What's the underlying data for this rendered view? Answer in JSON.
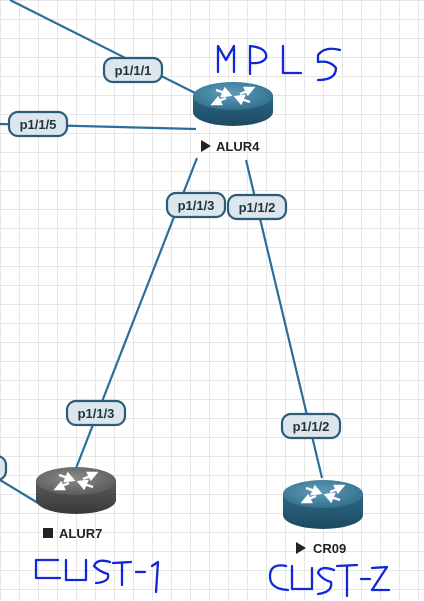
{
  "nodes": {
    "alur4": {
      "name": "ALUR4",
      "status_icon": "play-triangle-icon",
      "color": "#2e6a87"
    },
    "alur7": {
      "name": "ALUR7",
      "status_icon": "stop-square-icon",
      "color": "#5a5a5a"
    },
    "cr09": {
      "name": "CR09",
      "status_icon": "play-triangle-icon",
      "color": "#2e6a87"
    }
  },
  "interfaces": {
    "alur4_top": "p1/1/1",
    "alur4_left": "p1/1/5",
    "alur4_to_alur7": "p1/1/3",
    "alur4_to_cr09": "p1/1/2",
    "alur7_to_alur4": "p1/1/3",
    "cr09_to_alur4": "p1/1/2"
  },
  "annotations": {
    "mpls": "MPLS",
    "cust1": "CUST-1",
    "cust2": "CUST-2"
  },
  "colors": {
    "link": "#2a6e99",
    "handwriting": "#1228d8",
    "grid": "#e6e6e6"
  }
}
